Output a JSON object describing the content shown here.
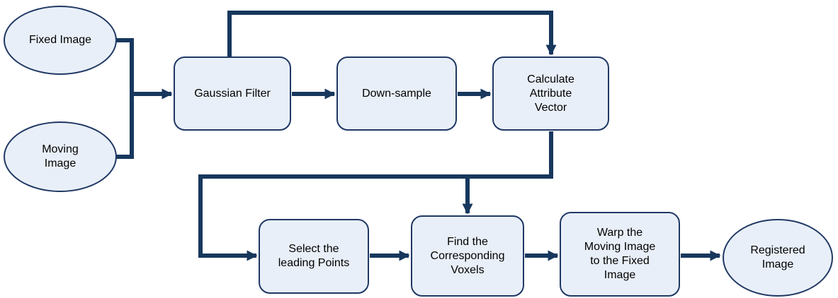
{
  "diagram": {
    "type": "flowchart",
    "colors": {
      "node_fill": "#e9eff8",
      "node_border": "#1f3864",
      "connector": "#17375d",
      "text": "#000000"
    },
    "nodes": [
      {
        "id": "fixed-image",
        "shape": "ellipse",
        "label": "Fixed Image"
      },
      {
        "id": "moving-image",
        "shape": "ellipse",
        "label": "Moving\nImage"
      },
      {
        "id": "gaussian-filter",
        "shape": "rounded-rect",
        "label": "Gaussian Filter"
      },
      {
        "id": "down-sample",
        "shape": "rounded-rect",
        "label": "Down-sample"
      },
      {
        "id": "calculate-attribute-vector",
        "shape": "rounded-rect",
        "label": "Calculate\nAttribute\nVector"
      },
      {
        "id": "select-leading-points",
        "shape": "rounded-rect",
        "label": "Select the\nleading Points"
      },
      {
        "id": "find-corresponding-voxels",
        "shape": "rounded-rect",
        "label": "Find the\nCorresponding\nVoxels"
      },
      {
        "id": "warp-moving-to-fixed",
        "shape": "rounded-rect",
        "label": "Warp the\nMoving Image\nto the Fixed\nImage"
      },
      {
        "id": "registered-image",
        "shape": "ellipse",
        "label": "Registered\nImage"
      }
    ],
    "edges": [
      {
        "from": "fixed-image",
        "to": "junction",
        "arrow": false
      },
      {
        "from": "moving-image",
        "to": "junction",
        "arrow": false
      },
      {
        "from": "junction",
        "to": "gaussian-filter",
        "arrow": true
      },
      {
        "from": "gaussian-filter",
        "to": "down-sample",
        "arrow": true
      },
      {
        "from": "down-sample",
        "to": "calculate-attribute-vector",
        "arrow": true
      },
      {
        "from": "gaussian-filter",
        "to": "calculate-attribute-vector",
        "arrow": true,
        "route": "top-feedback"
      },
      {
        "from": "calculate-attribute-vector",
        "to": "select-leading-points",
        "arrow": true,
        "route": "down-left-down"
      },
      {
        "from": "calculate-attribute-vector",
        "to": "find-corresponding-voxels",
        "arrow": true,
        "route": "branch-down"
      },
      {
        "from": "select-leading-points",
        "to": "find-corresponding-voxels",
        "arrow": true
      },
      {
        "from": "find-corresponding-voxels",
        "to": "warp-moving-to-fixed",
        "arrow": true
      },
      {
        "from": "warp-moving-to-fixed",
        "to": "registered-image",
        "arrow": true
      }
    ]
  }
}
